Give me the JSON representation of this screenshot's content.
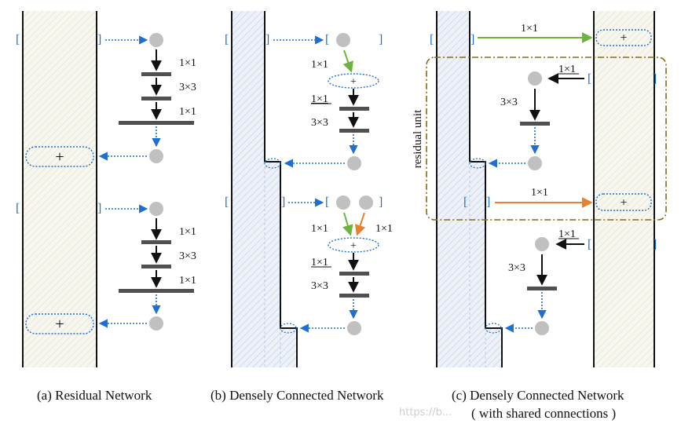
{
  "labels": {
    "k1x1": "1×1",
    "k3x3": "3×3",
    "plus": "+",
    "residual_unit": "residual unit"
  },
  "captions": {
    "a": "(a) Residual Network",
    "b": "(b) Densely Connected Network",
    "c_line1": "(c) Densely Connected Network",
    "c_line2": "( with shared connections )"
  },
  "watermark": "https://b...",
  "colors": {
    "blue": "#1f6fd0",
    "green": "#6db33f",
    "orange": "#e8812e",
    "node": "#c0c0c0",
    "bar": "#505050",
    "column_fill": "#f6f6ee",
    "hatch_blue": "#c5d5ea",
    "unit_border": "#8a6a1a"
  }
}
